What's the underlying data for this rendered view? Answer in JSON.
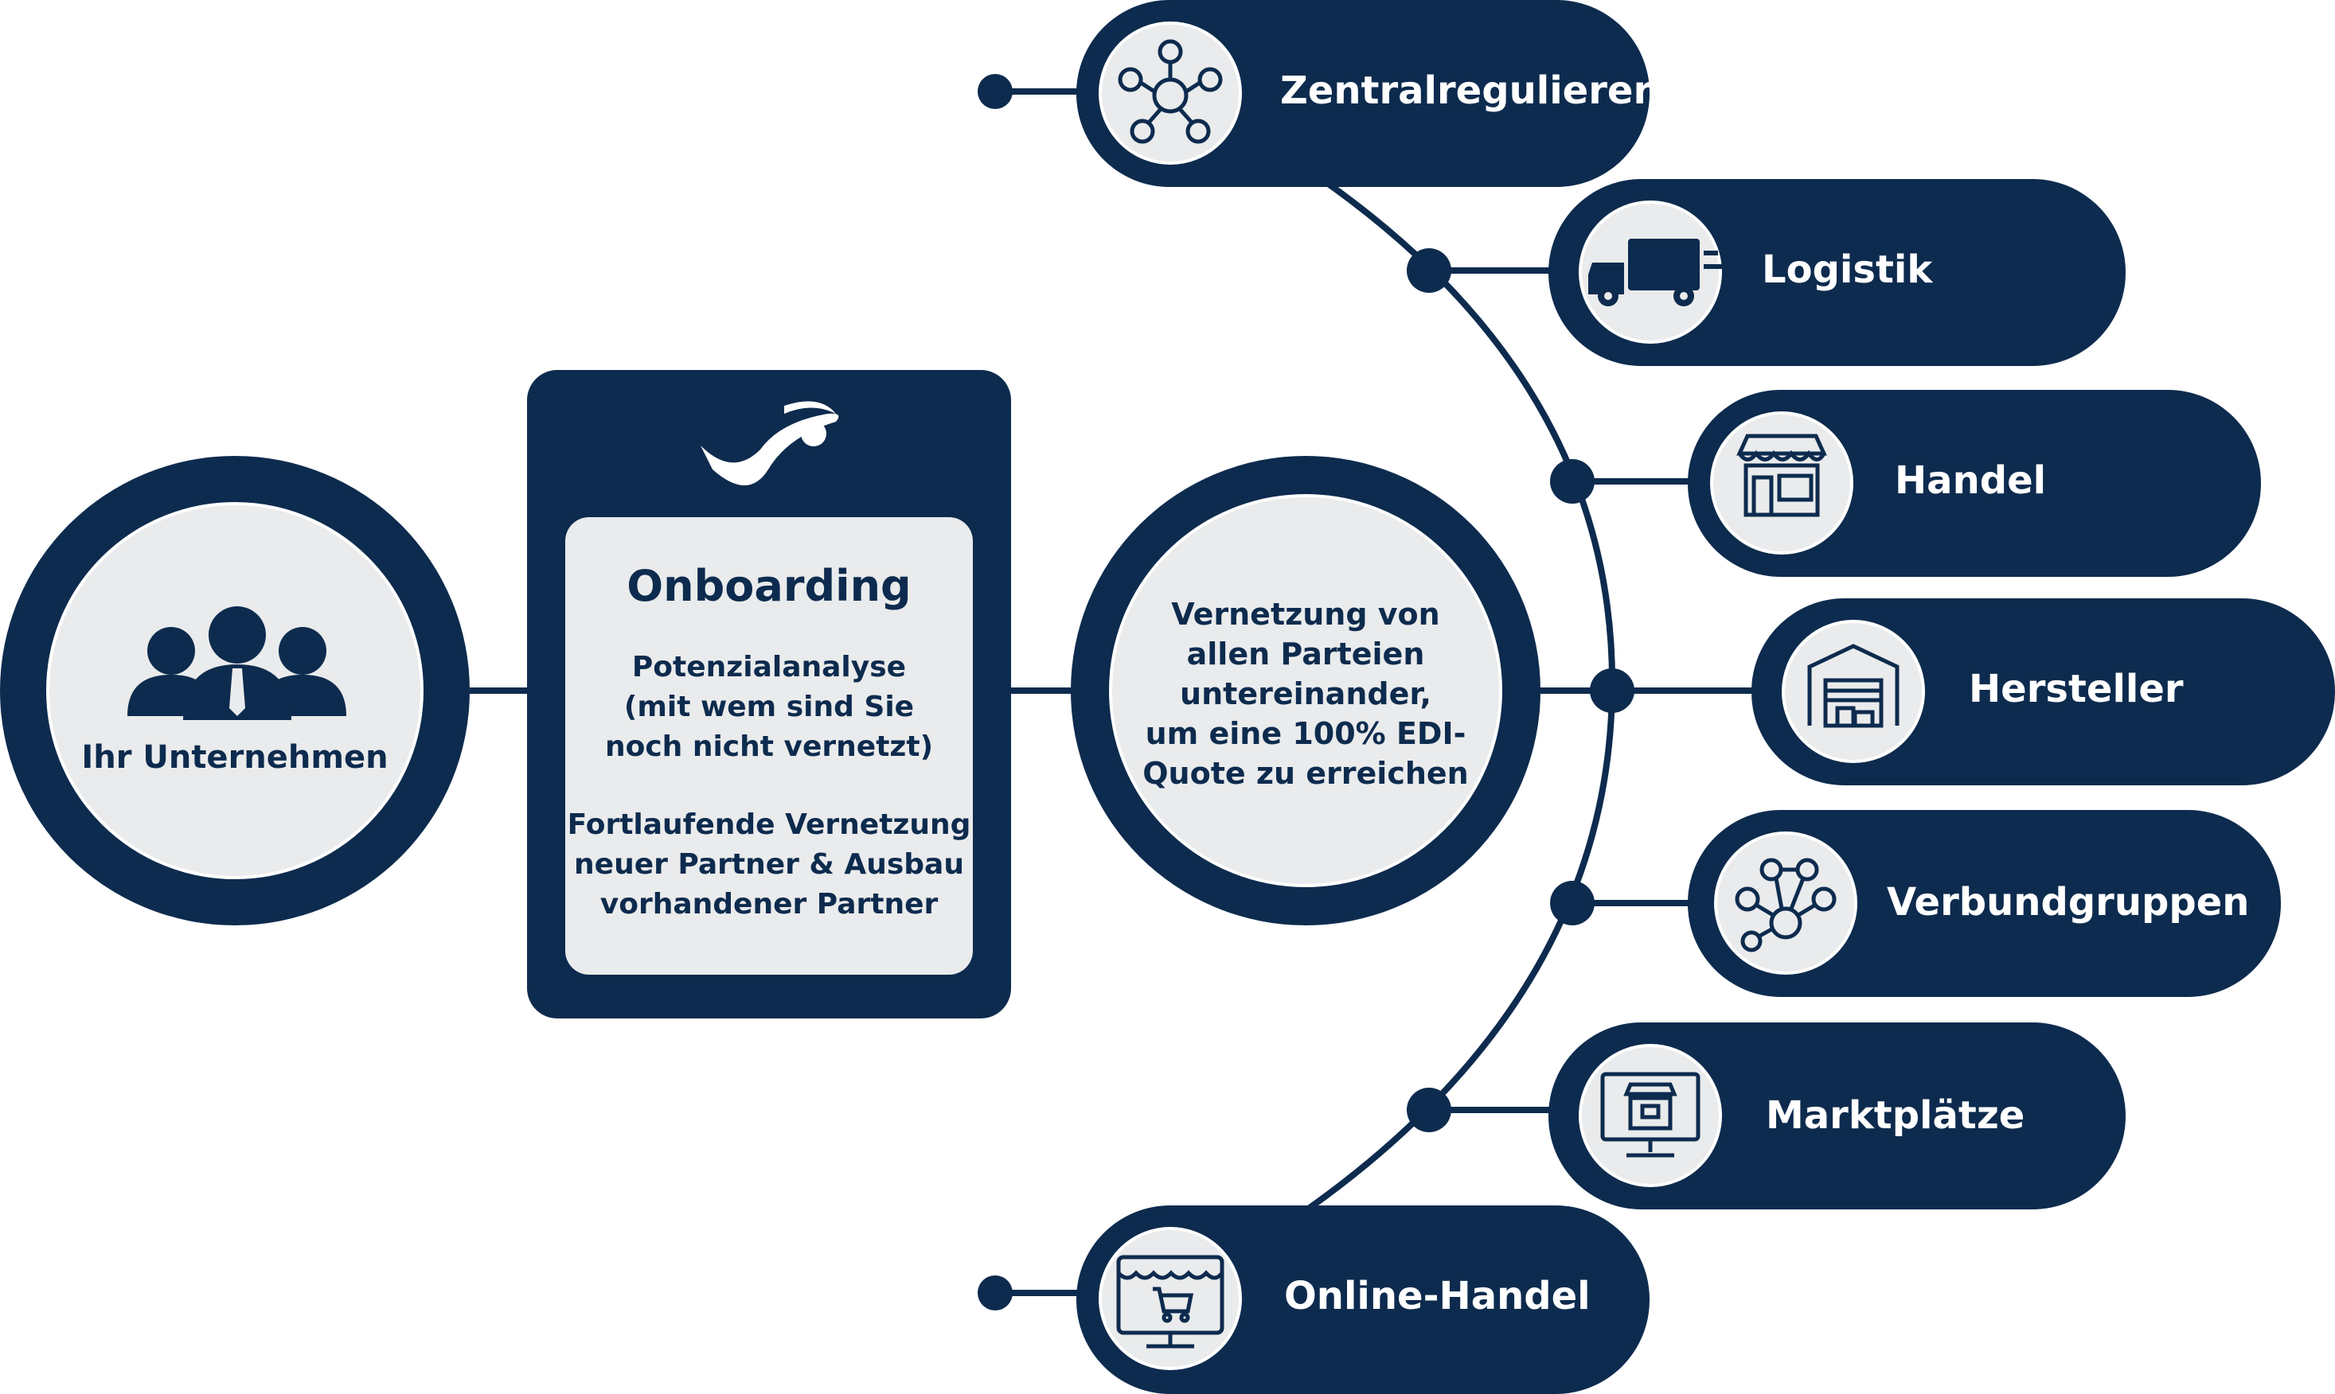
{
  "colors": {
    "navy": "#0d2b4e",
    "light": "#eaebec",
    "white": "#ffffff"
  },
  "company": {
    "label": "Ihr Unternehmen",
    "icon": "business-people-icon"
  },
  "onboarding": {
    "logo": "swimmer-logo-icon",
    "title": "Onboarding",
    "text1": [
      "Potenzialanalyse",
      "(mit wem sind Sie",
      "noch nicht vernetzt)"
    ],
    "text2": [
      "Fortlaufende Vernetzung",
      "neuer Partner & Ausbau",
      "vorhandener Partner"
    ]
  },
  "network": {
    "text": [
      "Vernetzung von",
      "allen Parteien",
      "untereinander,",
      "um eine 100% EDI-",
      "Quote zu erreichen"
    ]
  },
  "partners": [
    {
      "label": "Zentralregulierer",
      "icon": "network-people-icon"
    },
    {
      "label": "Logistik",
      "icon": "truck-icon"
    },
    {
      "label": "Handel",
      "icon": "storefront-icon"
    },
    {
      "label": "Hersteller",
      "icon": "warehouse-icon"
    },
    {
      "label": "Verbundgruppen",
      "icon": "group-network-icon"
    },
    {
      "label": "Marktplätze",
      "icon": "monitor-shop-icon"
    },
    {
      "label": "Online-Handel",
      "icon": "online-shop-cart-icon"
    }
  ]
}
